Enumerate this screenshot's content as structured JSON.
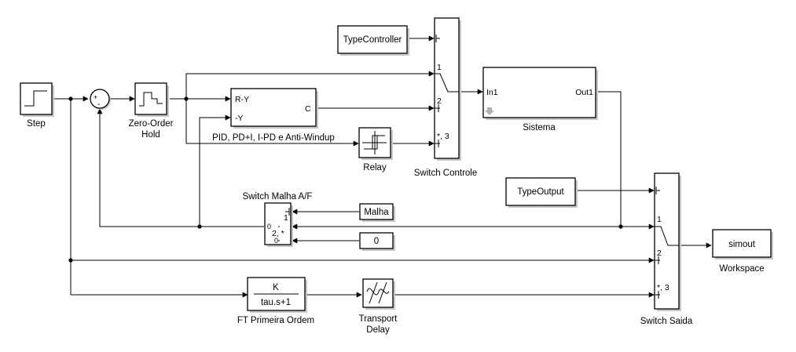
{
  "blocks": {
    "step": {
      "label": "Step"
    },
    "sum": {
      "plus": "+",
      "minus": "-"
    },
    "zoh": {
      "label_line1": "Zero-Order",
      "label_line2": "Hold"
    },
    "pid": {
      "in1": "R-Y",
      "in2": "-Y",
      "out": "C",
      "label": "PID, PD+I, I-PD e Anti-Windup"
    },
    "relay": {
      "label": "Relay"
    },
    "type_controller": {
      "text": "TypeController"
    },
    "switch_controle": {
      "label": "Switch Controle",
      "port1": "1",
      "port2": "2",
      "port3": "*, 3"
    },
    "sistema": {
      "in": "In1",
      "out": "Out1",
      "label": "Sistema"
    },
    "type_output": {
      "text": "TypeOutput"
    },
    "switch_saida": {
      "label": "Switch Saida",
      "port1": "1",
      "port2": "2",
      "port3": "*, 3"
    },
    "simout": {
      "text": "simout",
      "label": "Workspace"
    },
    "switch_malha": {
      "label": "Switch Malha A/F",
      "port1": "1",
      "port2": "2, *"
    },
    "malha": {
      "text": "Malha"
    },
    "zero": {
      "text": "0"
    },
    "ft": {
      "num": "K",
      "den": "tau.s+1",
      "label": "FT Primeira Ordem"
    },
    "transport_delay": {
      "label_line1": "Transport",
      "label_line2": "Delay"
    }
  }
}
